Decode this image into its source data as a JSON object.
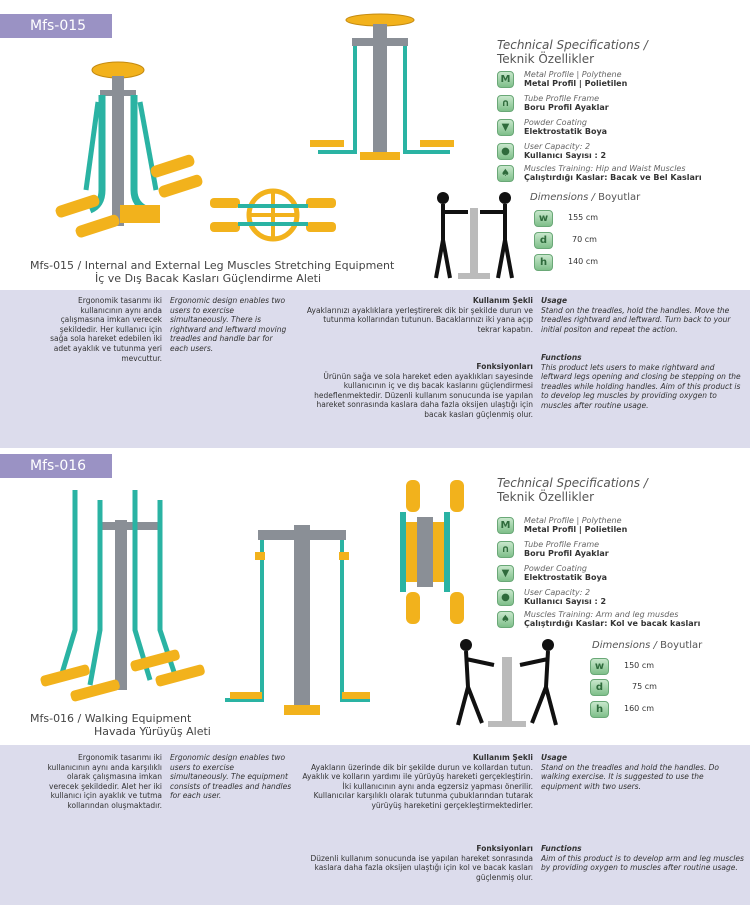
{
  "products": [
    {
      "code": "Mfs-015",
      "title_en": "Mfs-015 / Internal and External Leg Muscles Stretching Equipment",
      "title_tr": "İç ve Dış Bacak Kasları Güçlendirme Aleti",
      "specs_heading_en": "Technical Specifications /",
      "specs_heading_tr": "Teknik Özellikler",
      "specs": [
        {
          "icon": "M",
          "en": "Metal Profile | Polythene",
          "tr": "Metal Profil | Polietilen"
        },
        {
          "icon": "∩",
          "en": "Tube Profile Frame",
          "tr": "Boru Profil Ayaklar"
        },
        {
          "icon": "▼",
          "en": "Powder Coating",
          "tr": "Elektrostatik Boya"
        },
        {
          "icon": "●",
          "en": "User Capacity:  2",
          "tr": "Kullanıcı Sayısı : 2"
        },
        {
          "icon": "♠",
          "en": "Muscles Training:  Hip and Waist Muscles",
          "tr": "Çalıştırdığı Kaslar: Bacak ve Bel Kasları"
        }
      ],
      "dims_heading_en": "Dimensions /",
      "dims_heading_tr": "Boyutlar",
      "dims": [
        {
          "icon": "w",
          "value": "155 cm"
        },
        {
          "icon": "d",
          "value": "70 cm"
        },
        {
          "icon": "h",
          "value": "140 cm"
        }
      ],
      "desc_tr": "Ergonomik tasarımı iki kullanıcının aynı anda çalışmasına imkan verecek şekildedir. Her kullanıcı için sağa sola hareket edebilen iki adet ayaklık ve tutunma yeri mevcuttur.",
      "desc_en": "Ergonomic design enables two users to exercise simultaneously. There is rightward and leftward moving treadles and handle bar for each users.",
      "usage_head_tr": "Kullanım Şekli",
      "usage_tr": "Ayaklarınızı ayaklıklara yerleştirerek dik bir şekilde durun ve tutunma kollarından tutunun. Bacaklarınızı iki yana açıp tekrar kapatın.",
      "usage_head_en": "Usage",
      "usage_en": "Stand on the treadles, hold the handles. Move the treadles rightward and leftward. Turn back to your initial positon and repeat the action.",
      "func_head_tr": "Fonksiyonları",
      "func_tr": "Ürünün sağa ve sola hareket eden ayaklıkları sayesinde kullanıcının iç ve dış bacak kaslarını güçlendirmesi hedeflenmektedir. Düzenli kullanım sonucunda ise yapılan hareket sonrasında kaslara daha fazla oksijen ulaştığı için bacak kasları güçlenmiş olur.",
      "func_head_en": "Functions",
      "func_en": "This product lets users to make rightward and leftward legs opening and closing be stepping on the treadles while holding handles. Aim of this product is to develop leg muscles by providing oxygen to muscles after routine usage."
    },
    {
      "code": "Mfs-016",
      "title_en": "Mfs-016 / Walking Equipment",
      "title_tr": "Havada Yürüyüş Aleti",
      "specs_heading_en": "Technical Specifications /",
      "specs_heading_tr": "Teknik Özellikler",
      "specs": [
        {
          "icon": "M",
          "en": "Metal Profile | Polythene",
          "tr": "Metal Profil | Polietilen"
        },
        {
          "icon": "∩",
          "en": "Tube Profile Frame",
          "tr": "Boru Profil Ayaklar"
        },
        {
          "icon": "▼",
          "en": "Powder Coating",
          "tr": "Elektrostatik Boya"
        },
        {
          "icon": "●",
          "en": "User Capacity:  2",
          "tr": "Kullanıcı Sayısı : 2"
        },
        {
          "icon": "♠",
          "en": "Muscles Training:  Arm and leg musdes",
          "tr": "Çalıştırdığı Kaslar: Kol ve bacak kasları"
        }
      ],
      "dims_heading_en": "Dimensions /",
      "dims_heading_tr": "Boyutlar",
      "dims": [
        {
          "icon": "w",
          "value": "150 cm"
        },
        {
          "icon": "d",
          "value": "75 cm"
        },
        {
          "icon": "h",
          "value": "160 cm"
        }
      ],
      "desc_tr": "Ergonomik tasarımı iki kullanıcının aynı anda karşılıklı olarak çalışmasına imkan verecek şekildedir. Alet her iki kullanıcı için ayaklık ve tutma kollarından oluşmaktadır.",
      "desc_en": "Ergonomic design enables two users to exercise simultaneously. The equipment consists of treadles and handles for each user.",
      "usage_head_tr": "Kullanım Şekli",
      "usage_tr": "Ayakların üzerinde dik bir şekilde durun ve kollardan tutun. Ayaklık ve kolların yardımı ile yürüyüş hareketi gerçekleştirin. İki kullanıcının aynı anda egzersiz yapması önerilir. Kullanıcılar karşılıklı olarak tutunma çubuklarından tutarak yürüyüş hareketini gerçekleştirmektedirler.",
      "usage_head_en": "Usage",
      "usage_en": "Stand on the treadles and hold the handles. Do walking exercise. It is suggested to use the equipment with two users.",
      "func_head_tr": "Fonksiyonları",
      "func_tr": "Düzenli kullanım sonucunda ise yapılan hareket sonrasında kaslara daha fazla oksijen ulaştığı için kol ve bacak kasları güçlenmiş olur.",
      "func_head_en": "Functions",
      "func_en": "Aim of this product is to develop arm and leg muscles by providing oxygen to muscles after routine usage."
    }
  ],
  "colors": {
    "badge": "#9a92c4",
    "panel": "#dcdcec",
    "teal": "#2ab3a3",
    "yellow": "#f2b21c",
    "grey": "#8a8f96"
  }
}
